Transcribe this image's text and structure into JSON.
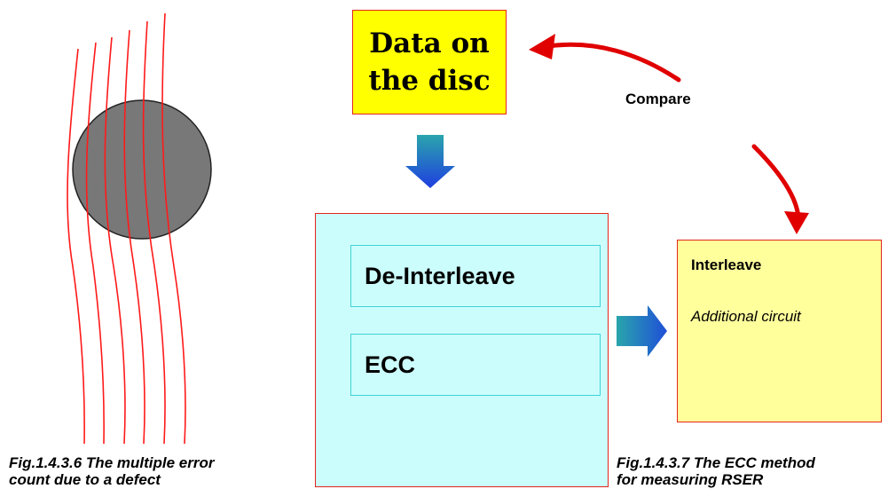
{
  "data_box": {
    "line1": "Data on",
    "line2": "the disc"
  },
  "compare": {
    "label": "Compare"
  },
  "ecc_panel": {
    "deinterleave_label": "De-Interleave",
    "ecc_label": "ECC"
  },
  "interleave": {
    "title": "Interleave",
    "subtitle": "Additional circuit"
  },
  "captions": {
    "left_line1": "Fig.1.4.3.6 The multiple error",
    "left_line2": "count due to a defect",
    "right_line1": "Fig.1.4.3.7 The ECC method",
    "right_line2": "for measuring RSER"
  },
  "colors": {
    "track_red": "#ff0000",
    "defect_gray": "#787878",
    "data_box_yellow": "#ffff00",
    "panel_cyan": "#ccfdfd",
    "interleave_yellow": "#ffff9c",
    "arrow_blue_top": "#20a0b0",
    "arrow_blue_bottom": "#1f3dd6"
  }
}
